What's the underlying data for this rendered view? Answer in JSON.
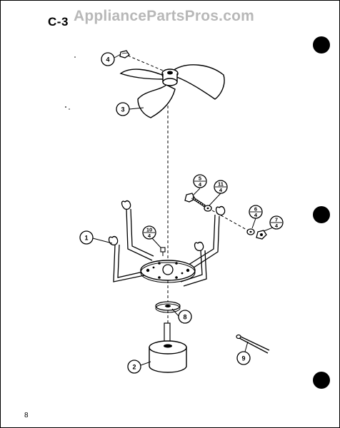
{
  "header": {
    "section_label": "C-3",
    "watermark": "AppliancePartsPros.com"
  },
  "footer": {
    "page_number": "8"
  },
  "parts": [
    {
      "ref": "1",
      "name": "fan-bracket"
    },
    {
      "ref": "2",
      "name": "fan-motor"
    },
    {
      "ref": "3",
      "name": "fan-blade"
    },
    {
      "ref": "4",
      "name": "blade-nut"
    },
    {
      "ref": "8",
      "name": "motor-spacer"
    },
    {
      "ref": "9",
      "name": "cotter-pin"
    }
  ],
  "fraction_callouts": [
    {
      "num": "5",
      "qty": "4"
    },
    {
      "num": "11",
      "qty": "4"
    },
    {
      "num": "6",
      "qty": "4"
    },
    {
      "num": "7",
      "qty": "4"
    },
    {
      "num": "10",
      "qty": "4"
    }
  ],
  "colors": {
    "ink": "#000000",
    "watermark": "#b8b8b8",
    "paper": "#ffffff"
  }
}
